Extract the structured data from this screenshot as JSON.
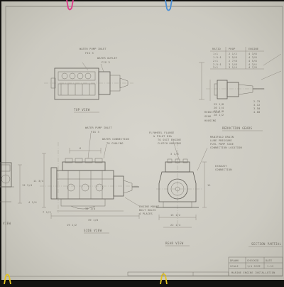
{
  "sheet": {
    "paper_color": "#cfcdc4",
    "backdrop_color": "#131210",
    "ink_color": "#5f5c56",
    "clip_colors": [
      "#e23a8c",
      "#4a8fd6",
      "#e6c51e"
    ]
  },
  "views": {
    "top_view": "TOP VIEW",
    "side_view": "SIDE VIEW",
    "rear_view": "REAR VIEW",
    "left_view": "VIEW",
    "reduction_gears": "REDUCTION GEARS",
    "partial_view": "SECTION PARTIAL"
  },
  "annotations": {
    "top_water_inlet": "WATER PUMP INLET",
    "top_water_inlet_sub": "FIG 3",
    "top_water_outlet": "WATER OUTLET",
    "top_water_outlet_sub": "FIG 3",
    "side_water_inlet": "WATER PUMP INLET",
    "side_water_inlet_sub": "FIG 3",
    "side_water_connection": "WATER CONNECTION",
    "side_water_connection_sub": "TO COOLING",
    "flywheel_1": "FLYWHEEL FLANGE",
    "flywheel_2": "& PILOT DIA",
    "flywheel_3": "TO SUIT ENGINE",
    "flywheel_4": "CLUTCH HOUSING",
    "manifold_1": "MANIFOLD DRAIN",
    "manifold_2": "LUBE PRESSURE",
    "manifold_3": "FUEL PUMP SIDE",
    "manifold_4": "CONNECTION LOCATION",
    "exhaust_1": "EXHAUST",
    "exhaust_2": "CONNECTION",
    "mount_1": "ENGINE MOUNT",
    "mount_2": "BOLT HOLES",
    "mount_3": "4 PLACES"
  },
  "gear_table": {
    "headers": [
      "RATIO",
      "PROP",
      "ENGINE"
    ],
    "rows": [
      [
        "1:1",
        "2 1/2",
        "4 3/8"
      ],
      [
        "1.5:1",
        "2 5/8",
        "4 3/8"
      ],
      [
        "2:1",
        "2 7/8",
        "4 5/8"
      ],
      [
        "2.5:1",
        "3 1/8",
        "4 3/4"
      ],
      [
        "3:1",
        "3 1/4",
        "4 7/8"
      ]
    ]
  },
  "gear_notes": {
    "col_a": [
      "25 1/8",
      "26 1/4",
      "27 3/8",
      "28 1/2"
    ],
    "col_b": [
      "2.75",
      "3.12",
      "3.50",
      "4.00"
    ],
    "labels": [
      "REDUCTION",
      "GEAR",
      "HOUSING"
    ]
  },
  "dimensions": {
    "side_height": "11 3/4",
    "side_total": "39 1/8",
    "side_length": "32 1/8",
    "side_bottom": "19 1/2",
    "side_left": "7 1/2",
    "side_drop": "4 1/4",
    "rear_width": "15 1/2",
    "rear_total": "22 1/4",
    "rear_center": "11",
    "rear_top": "3 1/4",
    "left_height": "12 3/4",
    "top_offset": "6"
  },
  "title_block": {
    "label_1": "DRAWN",
    "label_2": "CHECKED",
    "label_3": "SCALE",
    "label_4": "DATE",
    "value_1": "1/4 SIZE",
    "value_2": "1-12",
    "footer": "MARINE ENGINE INSTALLATION"
  }
}
